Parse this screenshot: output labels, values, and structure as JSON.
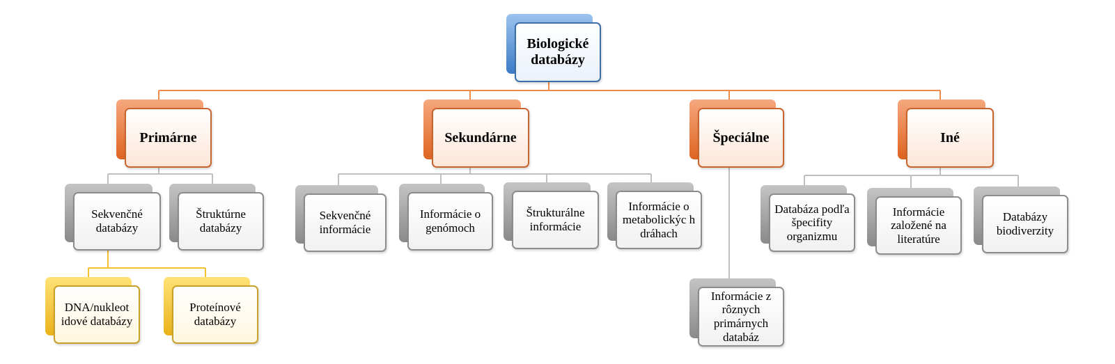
{
  "root": {
    "label": "Biologické databázy"
  },
  "categories": [
    {
      "label": "Primárne"
    },
    {
      "label": "Sekundárne"
    },
    {
      "label": "Špeciálne"
    },
    {
      "label": "Iné"
    }
  ],
  "primarne_children": [
    {
      "label": "Sekvenčné databázy"
    },
    {
      "label": "Štruktúrne databázy"
    }
  ],
  "sekvencne_children": [
    {
      "label": "DNA/nukleot idové databázy"
    },
    {
      "label": "Proteínové databázy"
    }
  ],
  "sekundarne_children": [
    {
      "label": "Sekvenčné informácie"
    },
    {
      "label": "Informácie o genómoch"
    },
    {
      "label": "Štrukturálne informácie"
    },
    {
      "label": "Informácie o metabolickýc h dráhach"
    }
  ],
  "specialne_children": [
    {
      "label": "Informácie z rôznych primárnych databáz"
    }
  ],
  "ine_children": [
    {
      "label": "Databáza podľa špecifity organizmu"
    },
    {
      "label": "Informácie založené na literatúre"
    },
    {
      "label": "Databázy biodiverzity"
    }
  ],
  "colors": {
    "root_accent": "#3c7bc8",
    "category_accent": "#dd6420",
    "child_accent": "#8a8a8a",
    "leaf_accent": "#eab21a",
    "orange_connector": "#f08a4b",
    "gray_connector": "#bfbfbf",
    "yellow_connector": "#f2c12e"
  }
}
